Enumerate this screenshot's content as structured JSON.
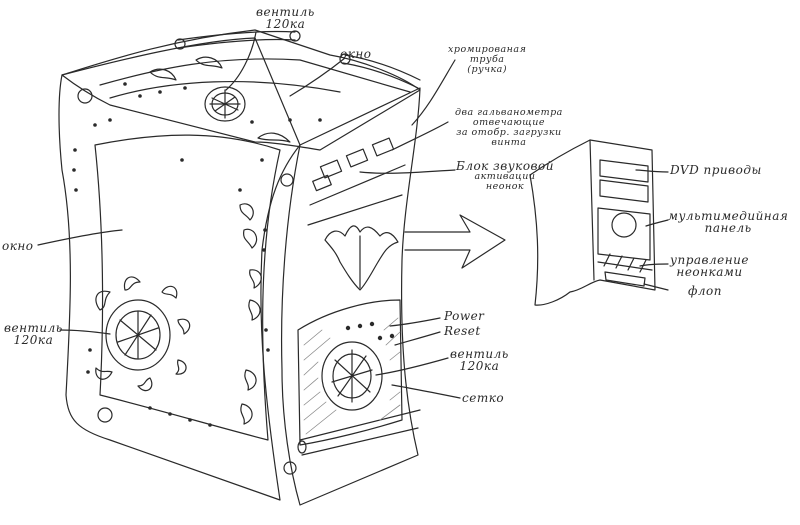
{
  "labels": {
    "fan_top_1": "вентиль",
    "fan_top_2": "120ка",
    "window_top": "окно",
    "chrome_1": "хромированая",
    "chrome_2": "труба",
    "chrome_3": "(ручка)",
    "galv_1": "два гальванометра",
    "galv_2": "отвечающие",
    "galv_3": "за отобр. загрузки",
    "galv_4": "винта",
    "sound_1": "Блок звуковой",
    "sound_2": "активации",
    "sound_3": "неонок",
    "window_left": "окно",
    "fan_left_1": "вентиль",
    "fan_left_2": "120ка",
    "power": "Power",
    "reset": "Reset",
    "fan_front_1": "вентиль",
    "fan_front_2": "120ка",
    "mesh": "сетко",
    "dvd": "DVD приводы",
    "media_1": "мультимедийная",
    "media_2": "панель",
    "neon_1": "управление",
    "neon_2": "неонками",
    "floppy": "флоп"
  },
  "colors": {
    "ink": "#2a2a2a",
    "paper": "#ffffff",
    "shade": "#8a8a8a"
  }
}
